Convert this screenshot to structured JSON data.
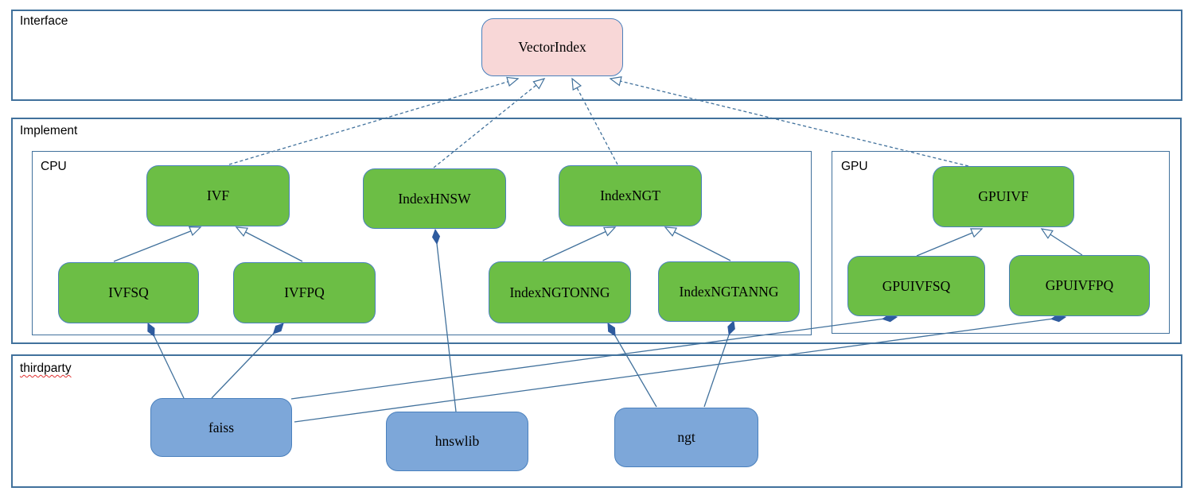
{
  "diagram": {
    "containers": {
      "interface": {
        "label": "Interface"
      },
      "implement": {
        "label": "Implement"
      },
      "cpu": {
        "label": "CPU"
      },
      "gpu": {
        "label": "GPU"
      },
      "thirdparty": {
        "label": "thirdparty"
      }
    },
    "nodes": {
      "vectorindex": {
        "label": "VectorIndex",
        "kind": "interface",
        "group": "interface"
      },
      "ivf": {
        "label": "IVF",
        "kind": "implementation",
        "group": "cpu"
      },
      "indexhnsw": {
        "label": "IndexHNSW",
        "kind": "implementation",
        "group": "cpu"
      },
      "indexngt": {
        "label": "IndexNGT",
        "kind": "implementation",
        "group": "cpu"
      },
      "gpuivf": {
        "label": "GPUIVF",
        "kind": "implementation",
        "group": "gpu"
      },
      "ivfsq": {
        "label": "IVFSQ",
        "kind": "implementation",
        "group": "cpu"
      },
      "ivfpq": {
        "label": "IVFPQ",
        "kind": "implementation",
        "group": "cpu"
      },
      "indexngtonng": {
        "label": "IndexNGTONNG",
        "kind": "implementation",
        "group": "cpu"
      },
      "indexngtanng": {
        "label": "IndexNGTANNG",
        "kind": "implementation",
        "group": "cpu"
      },
      "gpuivfsq": {
        "label": "GPUIVFSQ",
        "kind": "implementation",
        "group": "gpu"
      },
      "gpuivfpq": {
        "label": "GPUIVFPQ",
        "kind": "implementation",
        "group": "gpu"
      },
      "faiss": {
        "label": "faiss",
        "kind": "thirdparty",
        "group": "thirdparty"
      },
      "hnswlib": {
        "label": "hnswlib",
        "kind": "thirdparty",
        "group": "thirdparty"
      },
      "ngt": {
        "label": "ngt",
        "kind": "thirdparty",
        "group": "thirdparty"
      }
    },
    "edges": [
      {
        "from": "ivf",
        "to": "vectorindex",
        "type": "realization"
      },
      {
        "from": "indexhnsw",
        "to": "vectorindex",
        "type": "realization"
      },
      {
        "from": "indexngt",
        "to": "vectorindex",
        "type": "realization"
      },
      {
        "from": "gpuivf",
        "to": "vectorindex",
        "type": "realization"
      },
      {
        "from": "ivfsq",
        "to": "ivf",
        "type": "inheritance"
      },
      {
        "from": "ivfpq",
        "to": "ivf",
        "type": "inheritance"
      },
      {
        "from": "indexngtonng",
        "to": "indexngt",
        "type": "inheritance"
      },
      {
        "from": "indexngtanng",
        "to": "indexngt",
        "type": "inheritance"
      },
      {
        "from": "gpuivfsq",
        "to": "gpuivf",
        "type": "inheritance"
      },
      {
        "from": "gpuivfpq",
        "to": "gpuivf",
        "type": "inheritance"
      },
      {
        "from": "faiss",
        "to": "ivfsq",
        "type": "composition"
      },
      {
        "from": "faiss",
        "to": "ivfpq",
        "type": "composition"
      },
      {
        "from": "hnswlib",
        "to": "indexhnsw",
        "type": "composition"
      },
      {
        "from": "ngt",
        "to": "indexngtonng",
        "type": "composition"
      },
      {
        "from": "ngt",
        "to": "indexngtanng",
        "type": "composition"
      },
      {
        "from": "faiss",
        "to": "gpuivfsq",
        "type": "composition"
      },
      {
        "from": "faiss",
        "to": "gpuivfpq",
        "type": "composition"
      }
    ],
    "colors": {
      "interface_fill": "#f8d7d7",
      "implementation_fill": "#6cbe45",
      "thirdparty_fill": "#7da7d9",
      "container_stroke": "#41719c",
      "node_stroke": "#4a80bd",
      "connector_stroke": "#41719c",
      "diamond_fill": "#2e5b9e",
      "spellcheck_underline": "#e03030",
      "text": "#000000"
    }
  }
}
